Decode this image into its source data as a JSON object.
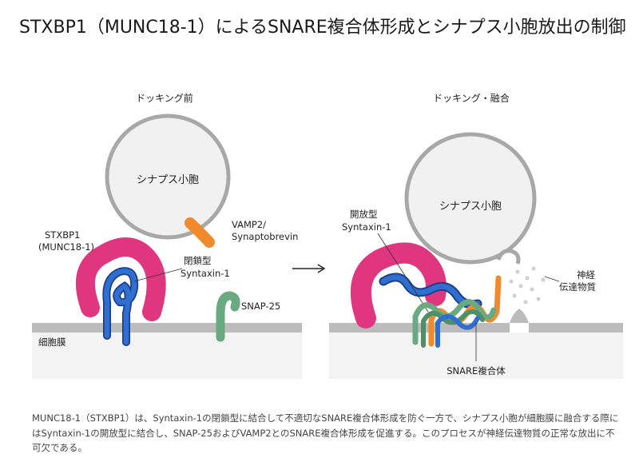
{
  "title": "STXBP1（MUNC18-1）によるSNARE複合体形成とシナプス小胞放出の制御",
  "panels": {
    "left": {
      "heading": "ドッキング前",
      "vesicle_label": "シナプス小胞",
      "vamp2_label_1": "VAMP2/",
      "vamp2_label_2": "Synaptobrevin",
      "stxbp1_label_1": "STXBP1",
      "stxbp1_label_2": "(MUNC18-1)",
      "closed_label_1": "閉鎖型",
      "closed_label_2": "Syntaxin-1",
      "snap25_label": "SNAP-25",
      "membrane_label": "細胞膜"
    },
    "right": {
      "heading": "ドッキング・融合",
      "vesicle_label": "シナプス小胞",
      "open_label_1": "開放型",
      "open_label_2": "Syntaxin-1",
      "nt_label_1": "神経",
      "nt_label_2": "伝達物質",
      "snare_label": "SNARE複合体"
    }
  },
  "caption": "MUNC18-1（STXBP1）は、Syntaxin-1の閉鎖型に結合して不適切なSNARE複合体形成を防ぐ一方で、シナプス小胞が細胞膜に融合する際にはSyntaxin-1の開放型に結合し、SNAP-25およびVAMP2とのSNARE複合体形成を促進する。このプロセスが神経伝達物質の正常な放出に不可欠である。",
  "colors": {
    "stxbp1": "#e0357f",
    "syntaxin": "#2f6fd0",
    "vamp2": "#f08a2c",
    "snap25": "#6aaa80",
    "membrane": "#bcbcbc",
    "vesicle_stroke": "#a8a8a8"
  }
}
